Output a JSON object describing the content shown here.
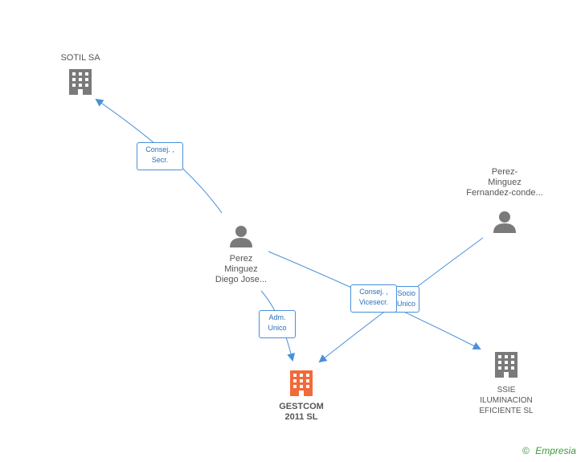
{
  "nodes": {
    "sotil": {
      "label": [
        "SOTIL SA"
      ],
      "type": "company"
    },
    "perez_diego": {
      "label": [
        "Perez",
        "Minguez",
        "Diego Jose..."
      ],
      "type": "person"
    },
    "perez_fernandez": {
      "label": [
        "Perez-",
        "Minguez",
        "Fernandez-conde..."
      ],
      "type": "person"
    },
    "gestcom": {
      "label": [
        "GESTCOM",
        "2011 SL"
      ],
      "type": "company-main"
    },
    "ssie": {
      "label": [
        "SSIE",
        "ILUMINACION",
        "EFICIENTE SL"
      ],
      "type": "company"
    }
  },
  "edges": {
    "consej_secr": [
      "Consej. ,",
      "Secr."
    ],
    "adm_unico": [
      "Adm.",
      "Unico"
    ],
    "socio_unico": [
      "Socio",
      "Unico"
    ],
    "consej_vicesecr": [
      "Consej. ,",
      "Vicesecr."
    ]
  },
  "colors": {
    "edge": "#4a90d9",
    "company_icon": "#7a7a7a",
    "main_icon": "#f26a3a",
    "person_icon": "#7a7a7a"
  },
  "footer": {
    "copyright": "©",
    "brand": "Empresia"
  }
}
